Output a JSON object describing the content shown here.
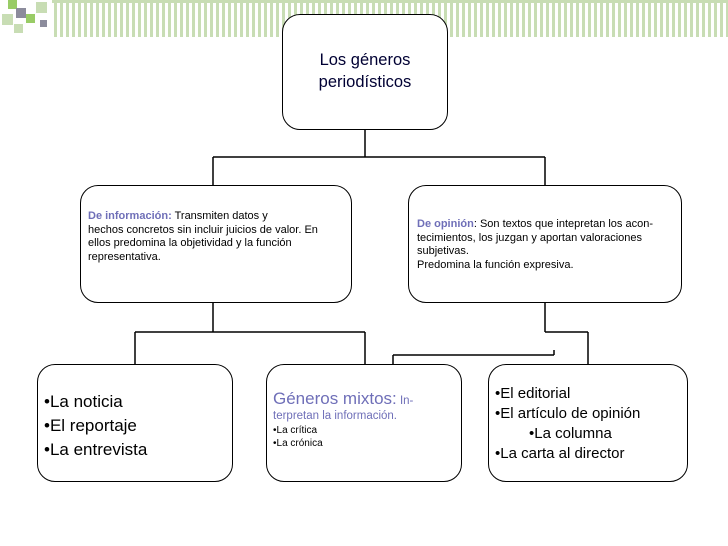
{
  "diagram": {
    "root": {
      "line1": "Los géneros",
      "line2": "periodísticos"
    },
    "informacion": {
      "keyword": "De información:",
      "text_lines": [
        " Transmiten datos y",
        "hechos concretos sin incluir juicios de valor. En",
        "ellos predomina la objetividad y la función",
        "representativa."
      ]
    },
    "opinion": {
      "keyword": "De opinión",
      "text_lines": [
        ": Son textos que intepretan los acon-",
        "tecimientos, los juzgan y aportan valoraciones",
        "subjetivas.",
        "Predomina la función expresiva."
      ]
    },
    "informativos_list": [
      "•La noticia",
      "•El reportaje",
      "•La entrevista"
    ],
    "mixtos": {
      "heading": "Géneros mixtos:",
      "desc_start": " In-",
      "desc_cont": "terpretan la información.",
      "items": [
        "•La crítica",
        "•La crónica"
      ]
    },
    "opinion_list": [
      "•El editorial",
      "•El artículo de opinión",
      "•La columna",
      "•La carta al director"
    ]
  },
  "colors": {
    "keyword": "#6f6fb8",
    "root_text": "#000033",
    "deco_green": "#99cc66",
    "deco_grey": "#8c8c9c",
    "deco_light": "#c8ddb4"
  }
}
